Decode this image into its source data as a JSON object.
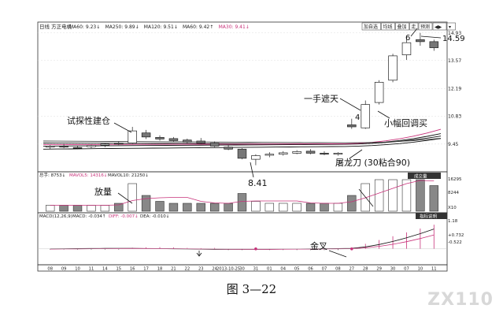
{
  "header": {
    "stock_name": "日线 方正电机",
    "indicators": [
      {
        "text": "MA60: 9.23↓",
        "color": "#222"
      },
      {
        "text": "MA250: 9.89↓",
        "color": "#222"
      },
      {
        "text": "MA120: 9.51↓",
        "color": "#222"
      },
      {
        "text": "MA60: 9.42↑",
        "color": "#222"
      },
      {
        "text": "MA30: 9.41↓",
        "color": "#c8327a"
      }
    ],
    "buttons": [
      "加自选",
      "均线",
      "叠加",
      "走",
      "预测",
      "◀▶",
      "▾"
    ]
  },
  "price_panel": {
    "y_ticks": [
      "14.93",
      "13.57",
      "12.19",
      "10.83",
      "9.45"
    ],
    "last_price_label": "14.59",
    "annotations": {
      "a6": "6",
      "trial_build": "试探性建仓",
      "one_hand": "一手遮天",
      "a4": "4",
      "small_pullback": "小幅回调买",
      "dragon": "屠龙刀 (30粘合90)",
      "low": "8.41"
    }
  },
  "volume_panel": {
    "header": {
      "label": "总手: 8753↓",
      "mavol5": "MAVOL5: 14316↓",
      "mavol10": "MAVOL10: 21250↓"
    },
    "tab": "成交量",
    "y_ticks": [
      "16295",
      "8244",
      "X10"
    ],
    "annotation": "放量"
  },
  "macd_panel": {
    "header": {
      "params": "MACD(12,26,9)",
      "macd": "MACD: -0.034↑",
      "diff": "DIFF: -0.007↓",
      "dea": "DEA: -0.010↓"
    },
    "tab": "指标说明",
    "y_ticks": [
      "1.18",
      "+0.732",
      "-0.522"
    ],
    "annotation": "金叉"
  },
  "x_axis": {
    "labels": [
      "08",
      "09",
      "10",
      "11",
      "14",
      "15",
      "16",
      "17",
      "18",
      "21",
      "22",
      "23",
      "24",
      "2013-10-25",
      "30",
      "31",
      "01",
      "04",
      "05",
      "06",
      "07",
      "08",
      "27",
      "28",
      "29",
      "30",
      "07",
      "10",
      "11"
    ]
  },
  "caption": "图 3—22",
  "watermark": "ZX110",
  "chart_data": {
    "type": "candlestick",
    "title": "日线 方正电机",
    "ylim": [
      8.2,
      15.0
    ],
    "candles": [
      {
        "o": 9.3,
        "h": 9.4,
        "l": 9.2,
        "c": 9.35
      },
      {
        "o": 9.35,
        "h": 9.45,
        "l": 9.25,
        "c": 9.3
      },
      {
        "o": 9.28,
        "h": 9.35,
        "l": 9.2,
        "c": 9.25
      },
      {
        "o": 9.32,
        "h": 9.42,
        "l": 9.25,
        "c": 9.38
      },
      {
        "o": 9.4,
        "h": 9.5,
        "l": 9.3,
        "c": 9.45
      },
      {
        "o": 9.5,
        "h": 9.58,
        "l": 9.4,
        "c": 9.45
      },
      {
        "o": 9.5,
        "h": 10.3,
        "l": 9.45,
        "c": 10.1
      },
      {
        "o": 10.0,
        "h": 10.15,
        "l": 9.7,
        "c": 9.8
      },
      {
        "o": 9.78,
        "h": 9.88,
        "l": 9.62,
        "c": 9.7
      },
      {
        "o": 9.72,
        "h": 9.8,
        "l": 9.58,
        "c": 9.62
      },
      {
        "o": 9.65,
        "h": 9.72,
        "l": 9.5,
        "c": 9.55
      },
      {
        "o": 9.6,
        "h": 9.75,
        "l": 9.45,
        "c": 9.5
      },
      {
        "o": 9.5,
        "h": 9.58,
        "l": 9.3,
        "c": 9.35
      },
      {
        "o": 9.3,
        "h": 9.4,
        "l": 9.15,
        "c": 9.2
      },
      {
        "o": 9.2,
        "h": 9.25,
        "l": 8.7,
        "c": 8.75
      },
      {
        "o": 8.7,
        "h": 8.95,
        "l": 8.41,
        "c": 8.88
      },
      {
        "o": 8.9,
        "h": 9.05,
        "l": 8.8,
        "c": 8.95
      },
      {
        "o": 8.95,
        "h": 9.1,
        "l": 8.88,
        "c": 9.02
      },
      {
        "o": 9.0,
        "h": 9.15,
        "l": 8.95,
        "c": 9.08
      },
      {
        "o": 9.1,
        "h": 9.2,
        "l": 8.95,
        "c": 9.0
      },
      {
        "o": 9.0,
        "h": 9.1,
        "l": 8.9,
        "c": 8.95
      },
      {
        "o": 8.95,
        "h": 9.05,
        "l": 8.88,
        "c": 9.0
      },
      {
        "o": 10.4,
        "h": 10.7,
        "l": 10.2,
        "c": 10.3
      },
      {
        "o": 10.25,
        "h": 11.6,
        "l": 10.2,
        "c": 11.4
      },
      {
        "o": 11.5,
        "h": 12.6,
        "l": 11.4,
        "c": 12.5
      },
      {
        "o": 12.6,
        "h": 13.9,
        "l": 12.5,
        "c": 13.8
      },
      {
        "o": 13.85,
        "h": 14.8,
        "l": 13.6,
        "c": 14.45
      },
      {
        "o": 14.6,
        "h": 14.93,
        "l": 14.3,
        "c": 14.5
      },
      {
        "o": 14.5,
        "h": 14.6,
        "l": 14.05,
        "c": 14.2
      }
    ],
    "volume": [
      3,
      3,
      3,
      3,
      3,
      4,
      14,
      8,
      5,
      4,
      4,
      4,
      4,
      4,
      9,
      5,
      4,
      4,
      4,
      4,
      4,
      4,
      8,
      14,
      16,
      16,
      16,
      16,
      13
    ],
    "volume_ylim": [
      0,
      16295
    ],
    "macd_ylim": [
      -0.6,
      1.18
    ]
  }
}
